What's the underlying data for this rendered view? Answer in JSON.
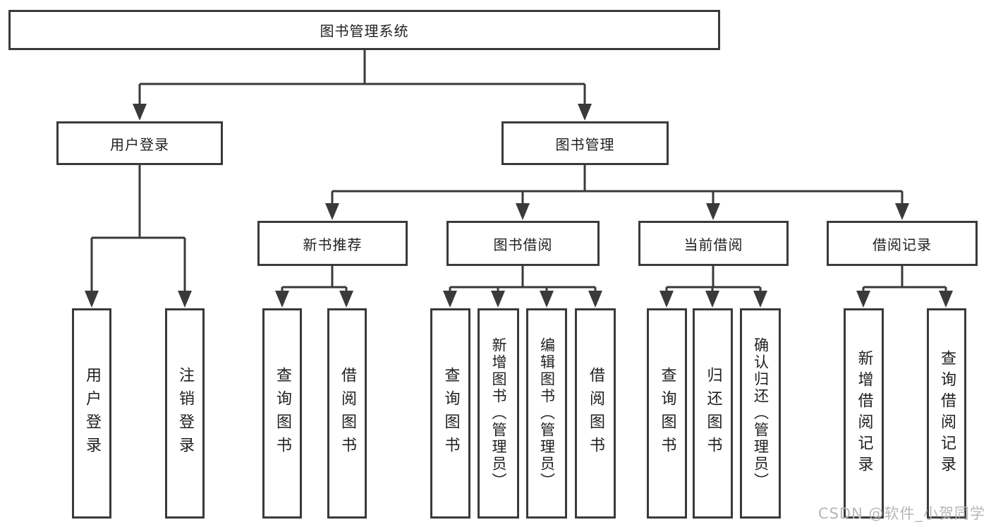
{
  "tree": {
    "root": {
      "label": "图书管理系统"
    },
    "level2": [
      {
        "label": "用户登录"
      },
      {
        "label": "图书管理"
      }
    ],
    "level3": [
      {
        "label": "新书推荐"
      },
      {
        "label": "图书借阅"
      },
      {
        "label": "当前借阅"
      },
      {
        "label": "借阅记录"
      }
    ],
    "leaves": {
      "user_login": [
        "用户登录",
        "注销登录"
      ],
      "new_book": [
        "查询图书",
        "借阅图书"
      ],
      "book_borrow": [
        "查询图书",
        "新增图书（管理员）",
        "编辑图书（管理员）",
        "借阅图书"
      ],
      "current_borrow": [
        "查询图书",
        "归还图书",
        "确认归还（管理员）"
      ],
      "borrow_record": [
        "新增借阅记录",
        "查询借阅记录"
      ]
    }
  },
  "watermark": "CSDN @软件_小贺同学",
  "colors": {
    "line": "#3a3a3a",
    "box_border": "#3a3a3a",
    "box_fill": "#ffffff",
    "text": "#1f1f1f",
    "watermark": "#b7b7b7"
  }
}
